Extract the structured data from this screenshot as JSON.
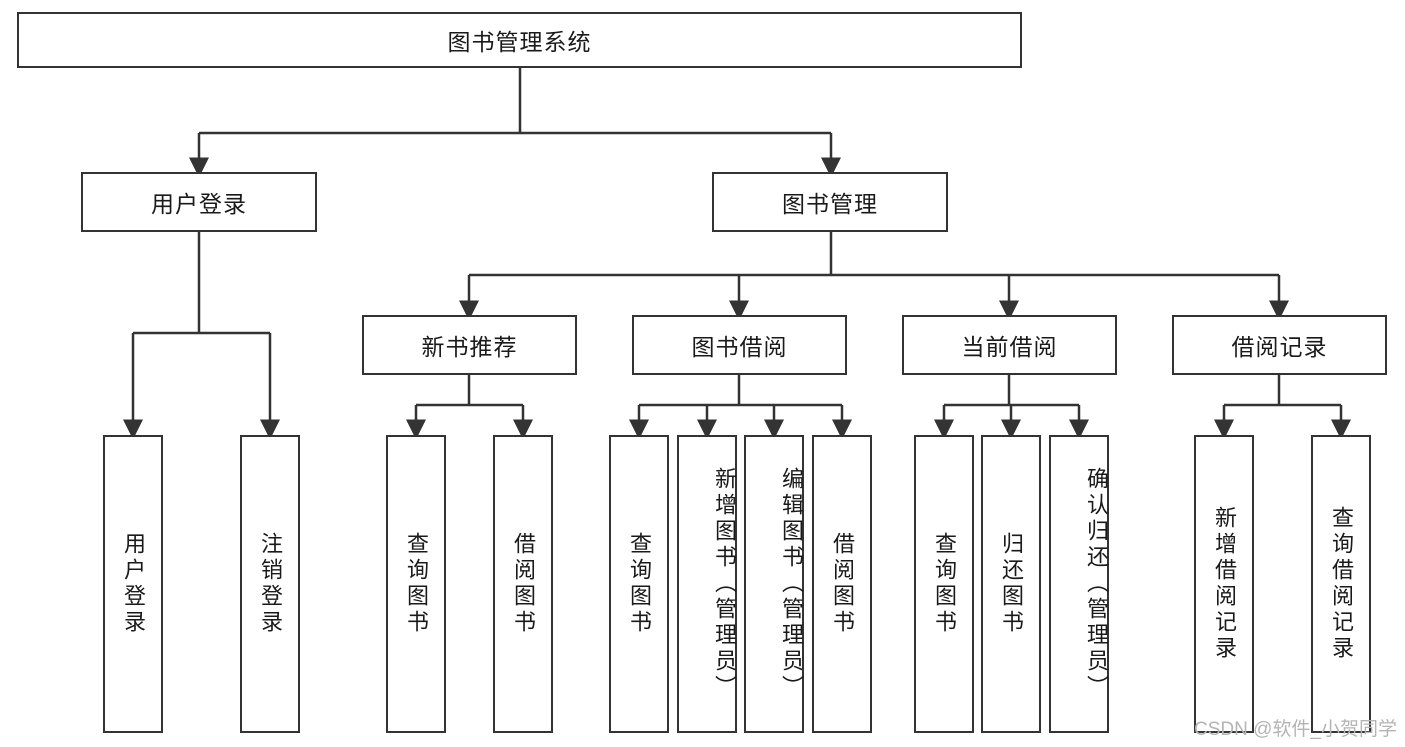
{
  "diagram": {
    "title": "图书管理系统",
    "type": "hierarchy-tree",
    "watermark": "CSDN @软件_小贺同学",
    "colors": {
      "stroke": "#333333",
      "fill": "#ffffff",
      "text": "#1a1a1a",
      "watermark": "#b4b4b4"
    },
    "nodes": {
      "root": "图书管理系统",
      "level2": {
        "user_login": "用户登录",
        "book_manage": "图书管理"
      },
      "level3": {
        "new_book_recommend": "新书推荐",
        "book_borrow": "图书借阅",
        "current_borrow": "当前借阅",
        "borrow_record": "借阅记录"
      },
      "leaves": {
        "user_login_1": "用户登录",
        "user_login_2": "注销登录",
        "new_book_1": "查询图书",
        "new_book_2": "借阅图书",
        "book_borrow_1": "查询图书",
        "book_borrow_2": "新增图书（管理员）",
        "book_borrow_3": "编辑图书（管理员）",
        "book_borrow_4": "借阅图书",
        "current_borrow_1": "查询图书",
        "current_borrow_2": "归还图书",
        "current_borrow_3": "确认归还（管理员）",
        "borrow_record_1": "新增借阅记录",
        "borrow_record_2": "查询借阅记录"
      }
    }
  }
}
